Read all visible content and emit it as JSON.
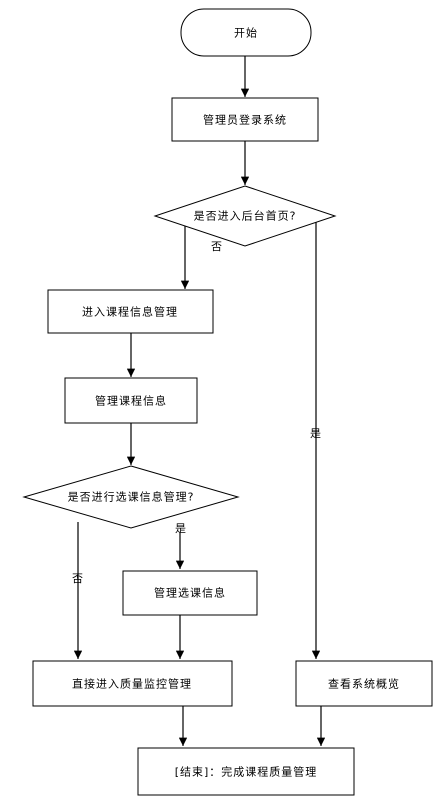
{
  "diagram": {
    "nodes": {
      "start": "开始",
      "login": "管理员登录系统",
      "decision_backend": "是否进入后台首页?",
      "enter_course_info": "进入课程信息管理",
      "manage_course_info": "管理课程信息",
      "decision_selection": "是否进行选课信息管理?",
      "manage_selection": "管理选课信息",
      "quality_monitor": "直接进入质量监控管理",
      "system_overview": "查看系统概览",
      "end": "[结束]：完成课程质量管理"
    },
    "edge_labels": {
      "backend_no": "否",
      "backend_yes": "是",
      "selection_yes": "是",
      "selection_no": "否"
    }
  }
}
